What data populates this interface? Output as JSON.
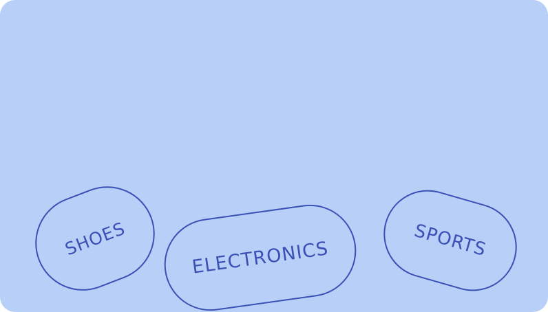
{
  "categories": {
    "shoes": {
      "label": "SHOES"
    },
    "electronics": {
      "label": "ELECTRONICS"
    },
    "sports": {
      "label": "SPORTS"
    }
  },
  "colors": {
    "background": "#b8d0f8",
    "chip_outline": "#3b50b5",
    "chip_text": "#3b50b5"
  }
}
